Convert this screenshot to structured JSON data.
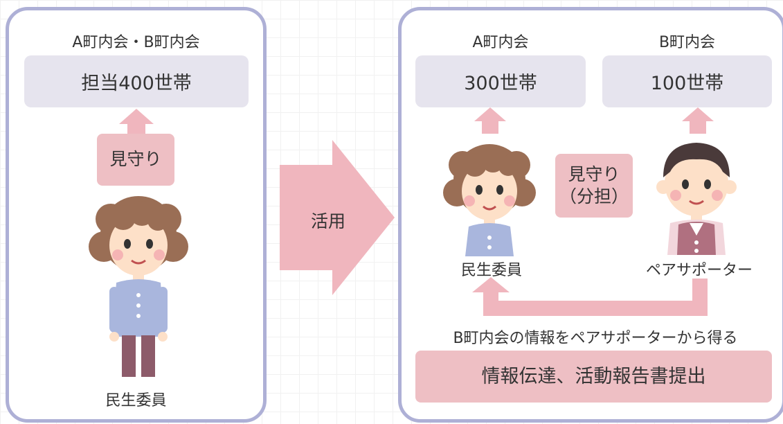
{
  "left": {
    "header": "A町内会・B町内会",
    "box": "担当400世帯",
    "watch": "見守り",
    "person": "民生委員"
  },
  "arrow": {
    "label": "活用"
  },
  "right": {
    "a_header": "A町内会",
    "a_box": "300世帯",
    "b_header": "B町内会",
    "b_box": "100世帯",
    "watch_line1": "見守り",
    "watch_line2": "（分担）",
    "person1": "民生委員",
    "person2": "ペアサポーター",
    "info_text": "B町内会の情報をペアサポーターから得る",
    "bottom_box": "情報伝達、活動報告書提出"
  },
  "colors": {
    "panel_border": "#aeb0d6",
    "gray_box": "#e6e4ee",
    "pink": "#eebfc4",
    "arrow_pink": "#f0b6be"
  }
}
